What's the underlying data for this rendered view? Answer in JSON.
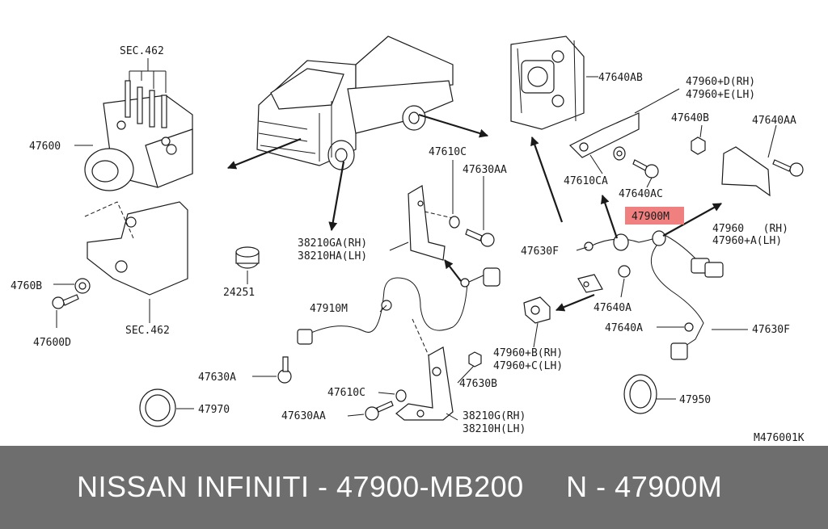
{
  "diagram": {
    "drawing_code": "M476001K",
    "labels": {
      "sec462_top": "SEC.462",
      "sec462_bottom": "SEC.462",
      "p47600": "47600",
      "p4760B": "4760B",
      "p47600D": "47600D",
      "p24251": "24251",
      "p38210GA": "38210GA(RH)",
      "p38210HA": "38210HA(LH)",
      "p47610C_top": "47610C",
      "p47630AA_top": "47630AA",
      "p47910M": "47910M",
      "p47630A": "47630A",
      "p47610C_bottom": "47610C",
      "p47630B": "47630B",
      "p47630AA_bottom": "47630AA",
      "p38210G": "38210G(RH)",
      "p38210H": "38210H(LH)",
      "p47970": "47970",
      "p47640AB": "47640AB",
      "p47960D": "47960+D(RH)",
      "p47960E": "47960+E(LH)",
      "p47640B": "47640B",
      "p47640AA": "47640AA",
      "p47610CA": "47610CA",
      "p47640AC": "47640AC",
      "p47900M": "47900M",
      "p47960": "47960   (RH)",
      "p47960A": "47960+A(LH)",
      "p47630F_left": "47630F",
      "p47640A_mid": "47640A",
      "p47640A_right": "47640A",
      "p47630F_right": "47630F",
      "p47960B": "47960+B(RH)",
      "p47960C": "47960+C(LH)",
      "p47950": "47950"
    },
    "highlight_color": "#f08080"
  },
  "banner": {
    "text": "NISSAN INFINITI - 47900-MB200     N - 47900M"
  }
}
